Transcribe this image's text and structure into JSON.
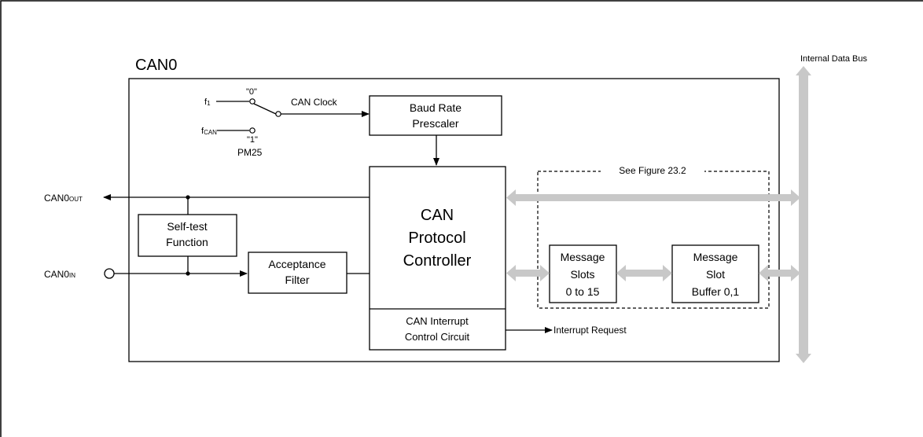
{
  "diagram": {
    "module_label": "CAN0",
    "internal_bus_label": "Internal Data Bus",
    "clock_select": {
      "input_f1": "f1",
      "input_f1_main": "f",
      "input_f1_sub": "1",
      "input_fcan_main": "f",
      "input_fcan_sub": "CAN",
      "pos0_label": "\"0\"",
      "pos1_label": "\"1\"",
      "select_bit": "PM25",
      "output_label": "CAN Clock"
    },
    "blocks": {
      "baud_rate_prescaler": [
        "Baud Rate",
        "Prescaler"
      ],
      "can_protocol_controller": [
        "CAN",
        "Protocol",
        "Controller"
      ],
      "can_interrupt_control": [
        "CAN Interrupt",
        "Control Circuit"
      ],
      "self_test": [
        "Self-test",
        "Function"
      ],
      "acceptance_filter": [
        "Acceptance",
        "Filter"
      ],
      "message_slots": [
        "Message",
        "Slots",
        "0 to 15"
      ],
      "message_slot_buffer": [
        "Message",
        "Slot",
        "Buffer 0,1"
      ]
    },
    "see_figure": "See Figure 23.2",
    "pins": {
      "out_main": "CAN0",
      "out_sub": "OUT",
      "in_main": "CAN0",
      "in_sub": "IN"
    },
    "interrupt_request": "Interrupt Request"
  }
}
